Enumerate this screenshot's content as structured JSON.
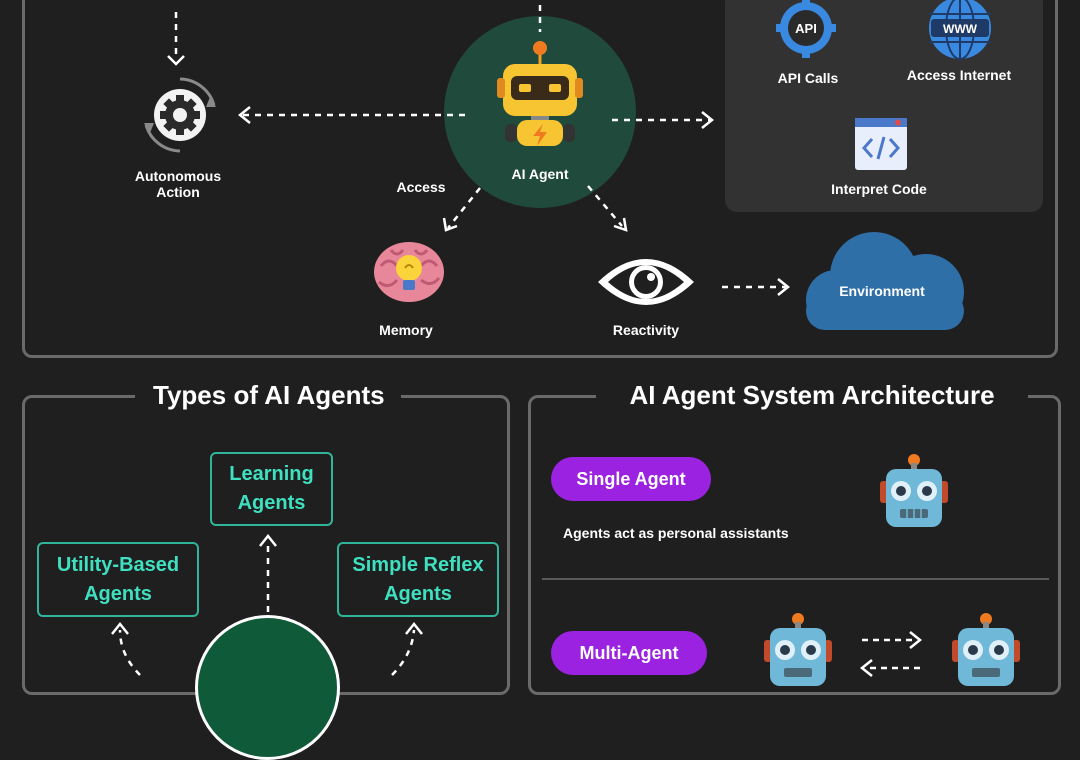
{
  "top": {
    "agent_label": "AI Agent",
    "autonomous_label": "Autonomous Action",
    "access_label": "Access",
    "memory_label": "Memory",
    "reactivity_label": "Reactivity",
    "environment_label": "Environment",
    "tools": {
      "api_label": "API Calls",
      "internet_label": "Access Internet",
      "code_label": "Interpret Code",
      "api_icon_text": "API",
      "www_icon_text": "WWW"
    }
  },
  "types": {
    "title": "Types of AI Agents",
    "learning": "Learning Agents",
    "utility": "Utility-Based Agents",
    "simple_reflex": "Simple Reflex Agents"
  },
  "architecture": {
    "title": "AI Agent System Architecture",
    "single_label": "Single Agent",
    "single_desc": "Agents act as personal assistants",
    "multi_label": "Multi-Agent"
  },
  "colors": {
    "background": "#1f1f1f",
    "border": "#6a6a6a",
    "agent_circle": "#1f4a3c",
    "teal_accent": "#3ee0c0",
    "purple_pill": "#9b22e0",
    "cloud": "#2f6fa8"
  },
  "icons": [
    "gear-icon",
    "robot-icon",
    "brain-icon",
    "eye-icon",
    "cloud-icon",
    "api-gear-icon",
    "globe-icon",
    "code-window-icon",
    "robot-head-icon"
  ]
}
